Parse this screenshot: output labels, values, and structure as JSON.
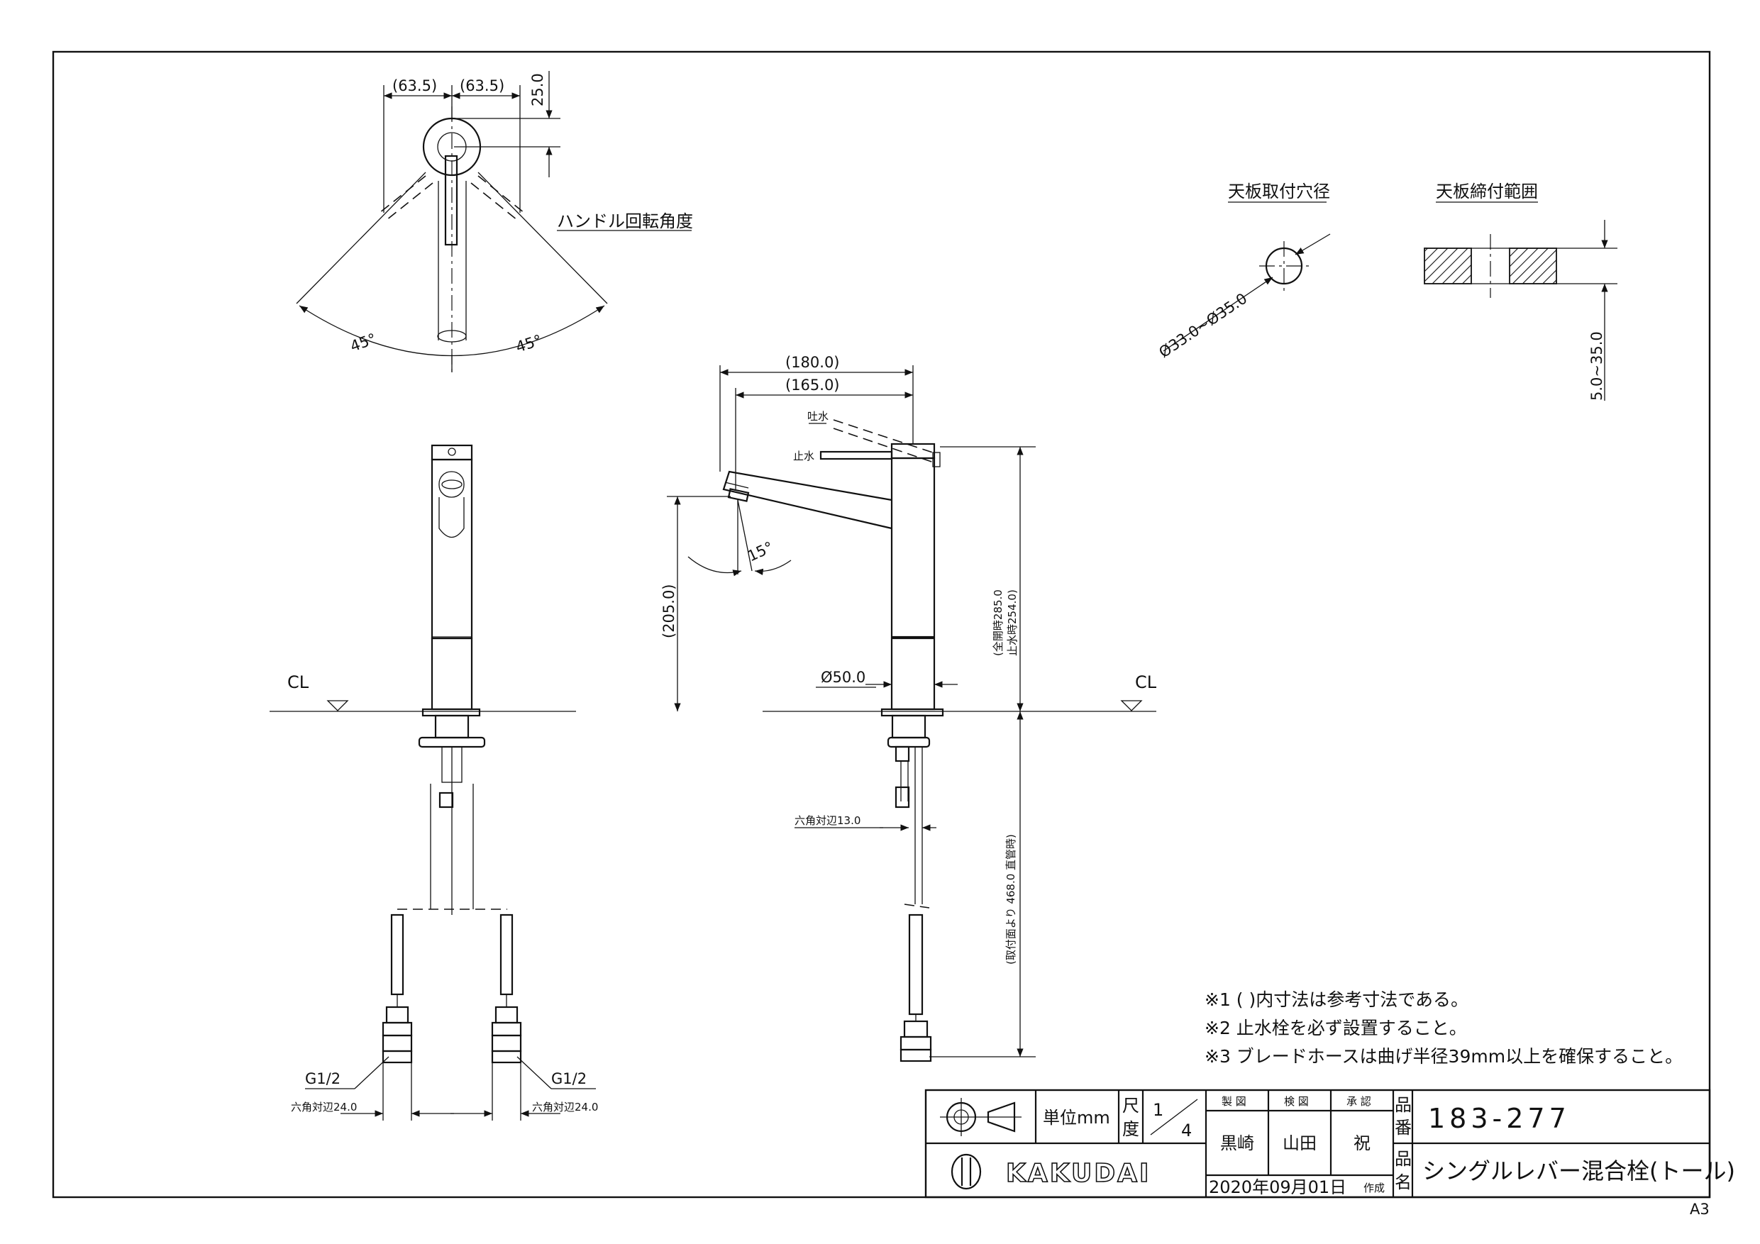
{
  "sheet_size_label": "A3",
  "top_view": {
    "dim_left": "(63.5)",
    "dim_right": "(63.5)",
    "dim_top_offset": "25.0",
    "rotation_label": "ハンドル回転角度",
    "angle_left": "45°",
    "angle_right": "45°"
  },
  "side_view": {
    "dim_total_reach": "(180.0)",
    "dim_spout_reach": "(165.0)",
    "label_discharge": "吐水",
    "label_stop": "止水",
    "dim_spout_height": "(205.0)",
    "angle_spout": "15°",
    "dim_height_full": "(全開時285.0",
    "dim_height_stop": "止水時254.0)",
    "dim_body_diameter": "Ø50.0",
    "dim_hex_13": "六角対辺13.0",
    "dim_hose_length": "(取付面より 468.0 直管時)",
    "cl_label": "CL"
  },
  "front_view": {
    "cl_label": "CL",
    "thread_left": "G1/2",
    "thread_right": "G1/2",
    "hex_left": "六角対辺24.0",
    "hex_right": "六角対辺24.0"
  },
  "details": {
    "hole_title": "天板取付穴径",
    "hole_dim": "Ø33.0~Ø35.0",
    "clamp_title": "天板締付範囲",
    "clamp_dim": "5.0~35.0"
  },
  "notes": [
    "※1 ( )内寸法は参考寸法である。",
    "※2 止水栓を必ず設置すること。",
    "※3 ブレードホースは曲げ半径39mm以上を確保すること。"
  ],
  "title_block": {
    "unit_label": "単位mm",
    "scale_label_a": "尺",
    "scale_label_b": "度",
    "scale_num": "1",
    "scale_den": "4",
    "col_drawn": "製 図",
    "col_checked": "検 図",
    "col_approved": "承 認",
    "name_drawn": "黒崎",
    "name_checked": "山田",
    "name_approved": "祝",
    "date": "2020年09月01日",
    "created": "作成",
    "part_no_label_a": "品",
    "part_no_label_b": "番",
    "part_no": "183-277",
    "product_label_a": "品",
    "product_label_b": "名",
    "product_name": "シングルレバー混合栓(トール)",
    "company": "KAKUDAI"
  }
}
